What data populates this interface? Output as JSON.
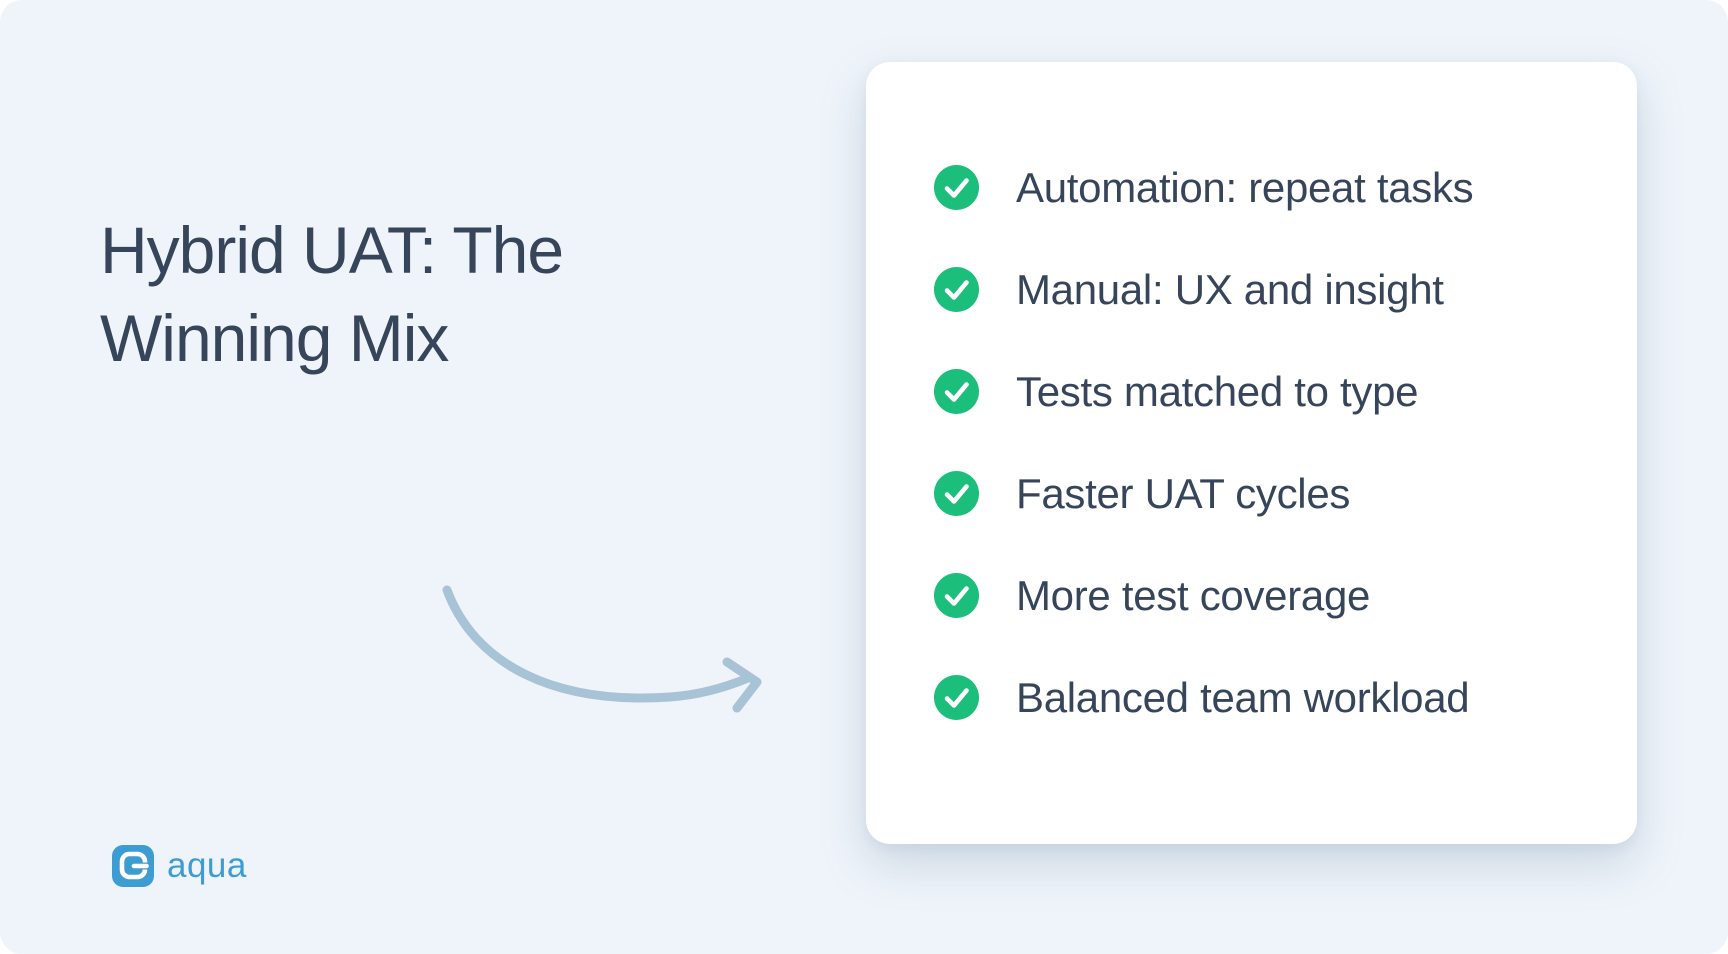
{
  "colors": {
    "canvas_bg": "#eff4fa",
    "card_bg": "#ffffff",
    "text": "#36455a",
    "check_green": "#1cbe7c",
    "arrow": "#a9c3d6",
    "brand_blue": "#3d9cd2"
  },
  "headline": {
    "text": "Hybrid UAT: The Winning Mix"
  },
  "checklist": {
    "items": [
      "Automation: repeat tasks",
      "Manual: UX and insight",
      "Tests matched to type",
      "Faster UAT cycles",
      "More test coverage",
      "Balanced team workload"
    ]
  },
  "logo": {
    "label": "aqua"
  }
}
